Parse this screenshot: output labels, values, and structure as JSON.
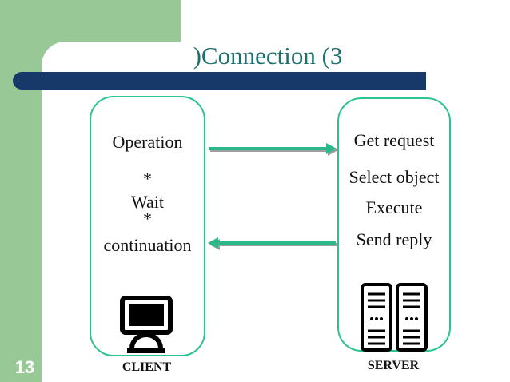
{
  "slide": {
    "title": ")Connection (3",
    "page_number": "13"
  },
  "client": {
    "lines": [
      "Operation",
      "*",
      "Wait",
      "*",
      "continuation"
    ],
    "caption": "CLIENT",
    "icon": "desktop-computer-icon"
  },
  "server": {
    "lines": [
      "Get request",
      "Select object",
      "Execute",
      "Send reply"
    ],
    "caption": "SERVER",
    "icon": "server-racks-icon"
  },
  "arrows": {
    "request_direction": "client-to-server",
    "reply_direction": "server-to-client"
  },
  "colors": {
    "sidebar_green": "#99c897",
    "bar_navy": "#17396a",
    "title_teal": "#1e6f6e",
    "box_border": "#2bc48e",
    "arrow_teal": "#2bb98b",
    "arrow_shadow": "#9e9e9e"
  }
}
